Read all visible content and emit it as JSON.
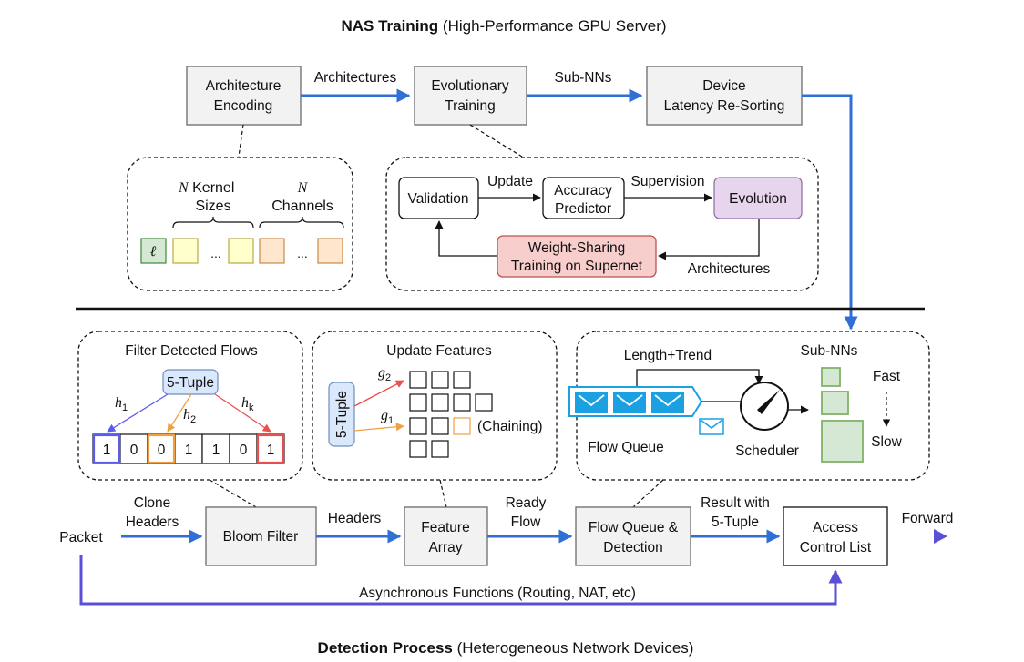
{
  "top_title": {
    "bold": "NAS Training",
    "rest": " (High-Performance GPU Server)"
  },
  "bottom_title": {
    "bold": "Detection Process",
    "rest": " (Heterogeneous Network Devices)"
  },
  "nas": {
    "arch_encoding": [
      "Architecture",
      "Encoding"
    ],
    "evolutionary": [
      "Evolutionary",
      "Training"
    ],
    "latency": [
      "Device",
      "Latency Re-Sorting"
    ],
    "edge_arch": "Architectures",
    "edge_subnns": "Sub-NNs"
  },
  "encoding_detail": {
    "n1": "N",
    "kernel": "Kernel",
    "sizes": "Sizes",
    "n2": "N",
    "channels": "Channels",
    "ell": "ℓ",
    "dots": "..."
  },
  "evo_detail": {
    "validation": "Validation",
    "accuracy": [
      "Accuracy",
      "Predictor"
    ],
    "evolution": "Evolution",
    "weight": [
      "Weight-Sharing",
      "Training on Supernet"
    ],
    "update": "Update",
    "supervision": "Supervision",
    "architectures": "Architectures"
  },
  "filter_detail": {
    "title": "Filter Detected Flows",
    "tuple": "5-Tuple",
    "h1": "h",
    "h1_sub": "1",
    "h2": "h",
    "h2_sub": "2",
    "hk": "h",
    "hk_sub": "k",
    "bits": [
      "1",
      "0",
      "0",
      "1",
      "1",
      "0",
      "1"
    ]
  },
  "features_detail": {
    "title": "Update Features",
    "tuple": "5-Tuple",
    "g2": "g",
    "g2_sub": "2",
    "g1": "g",
    "g1_sub": "1",
    "chaining": "(Chaining)"
  },
  "queue_detail": {
    "length_trend": "Length+Trend",
    "subnns": "Sub-NNs",
    "fast": "Fast",
    "slow": "Slow",
    "flow_queue": "Flow Queue",
    "scheduler": "Scheduler"
  },
  "pipeline": {
    "packet": "Packet",
    "clone": [
      "Clone",
      "Headers"
    ],
    "bloom": "Bloom Filter",
    "headers": "Headers",
    "feature": [
      "Feature",
      "Array"
    ],
    "ready": [
      "Ready",
      "Flow"
    ],
    "fqd": [
      "Flow Queue &",
      "Detection"
    ],
    "result": [
      "Result with",
      "5-Tuple"
    ],
    "acl": [
      "Access",
      "Control List"
    ],
    "forward": "Forward",
    "async": "Asynchronous Functions (Routing, NAT, etc)"
  },
  "colors": {
    "blue": "#2f6fd6",
    "purple": "#5b4fd6",
    "grey_box": "#f2f2f2",
    "evolution_fill": "#e6d5ec",
    "weight_fill": "#f8cecc",
    "green_fill": "#d5e8d4",
    "yellow_fill": "#ffffcc",
    "orange_fill": "#ffe6cc",
    "tuple_fill": "#dae8fc",
    "queue_blue": "#1ba1e2"
  }
}
